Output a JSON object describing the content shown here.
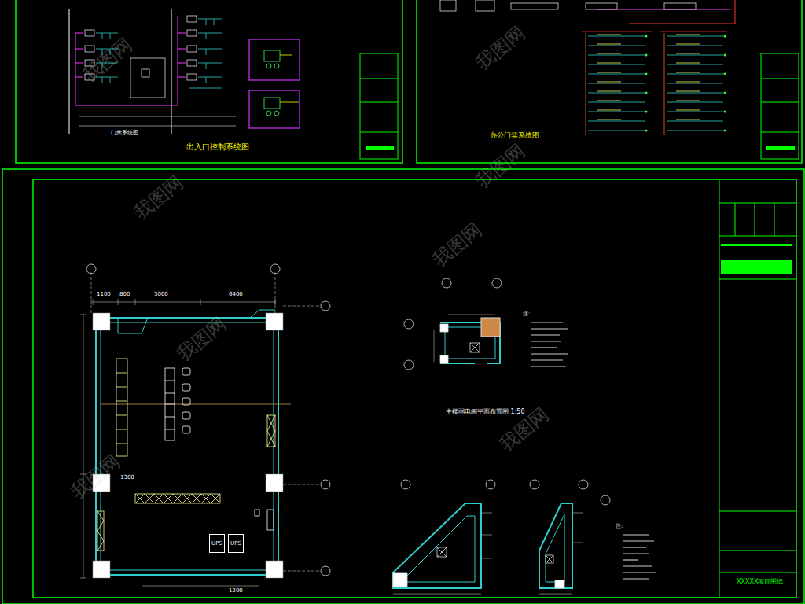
{
  "diagram": {
    "nodes": [
      {
        "text": [
          "UPS"
        ]
      },
      {
        "text": [
          "UPS"
        ]
      }
    ],
    "labels": [
      "门禁系统图",
      "出入口控制系统图",
      "办公门禁系统图",
      "主楼弱电间平面布置图 1:50",
      "1100",
      "800",
      "3000",
      "6400",
      "1300",
      "1200",
      "注:",
      "注:",
      "XXXXX项目图纸",
      "我图网",
      "我图网",
      "我图网",
      "我图网",
      "我图网",
      "我图网",
      "我图网",
      "我图网"
    ]
  }
}
